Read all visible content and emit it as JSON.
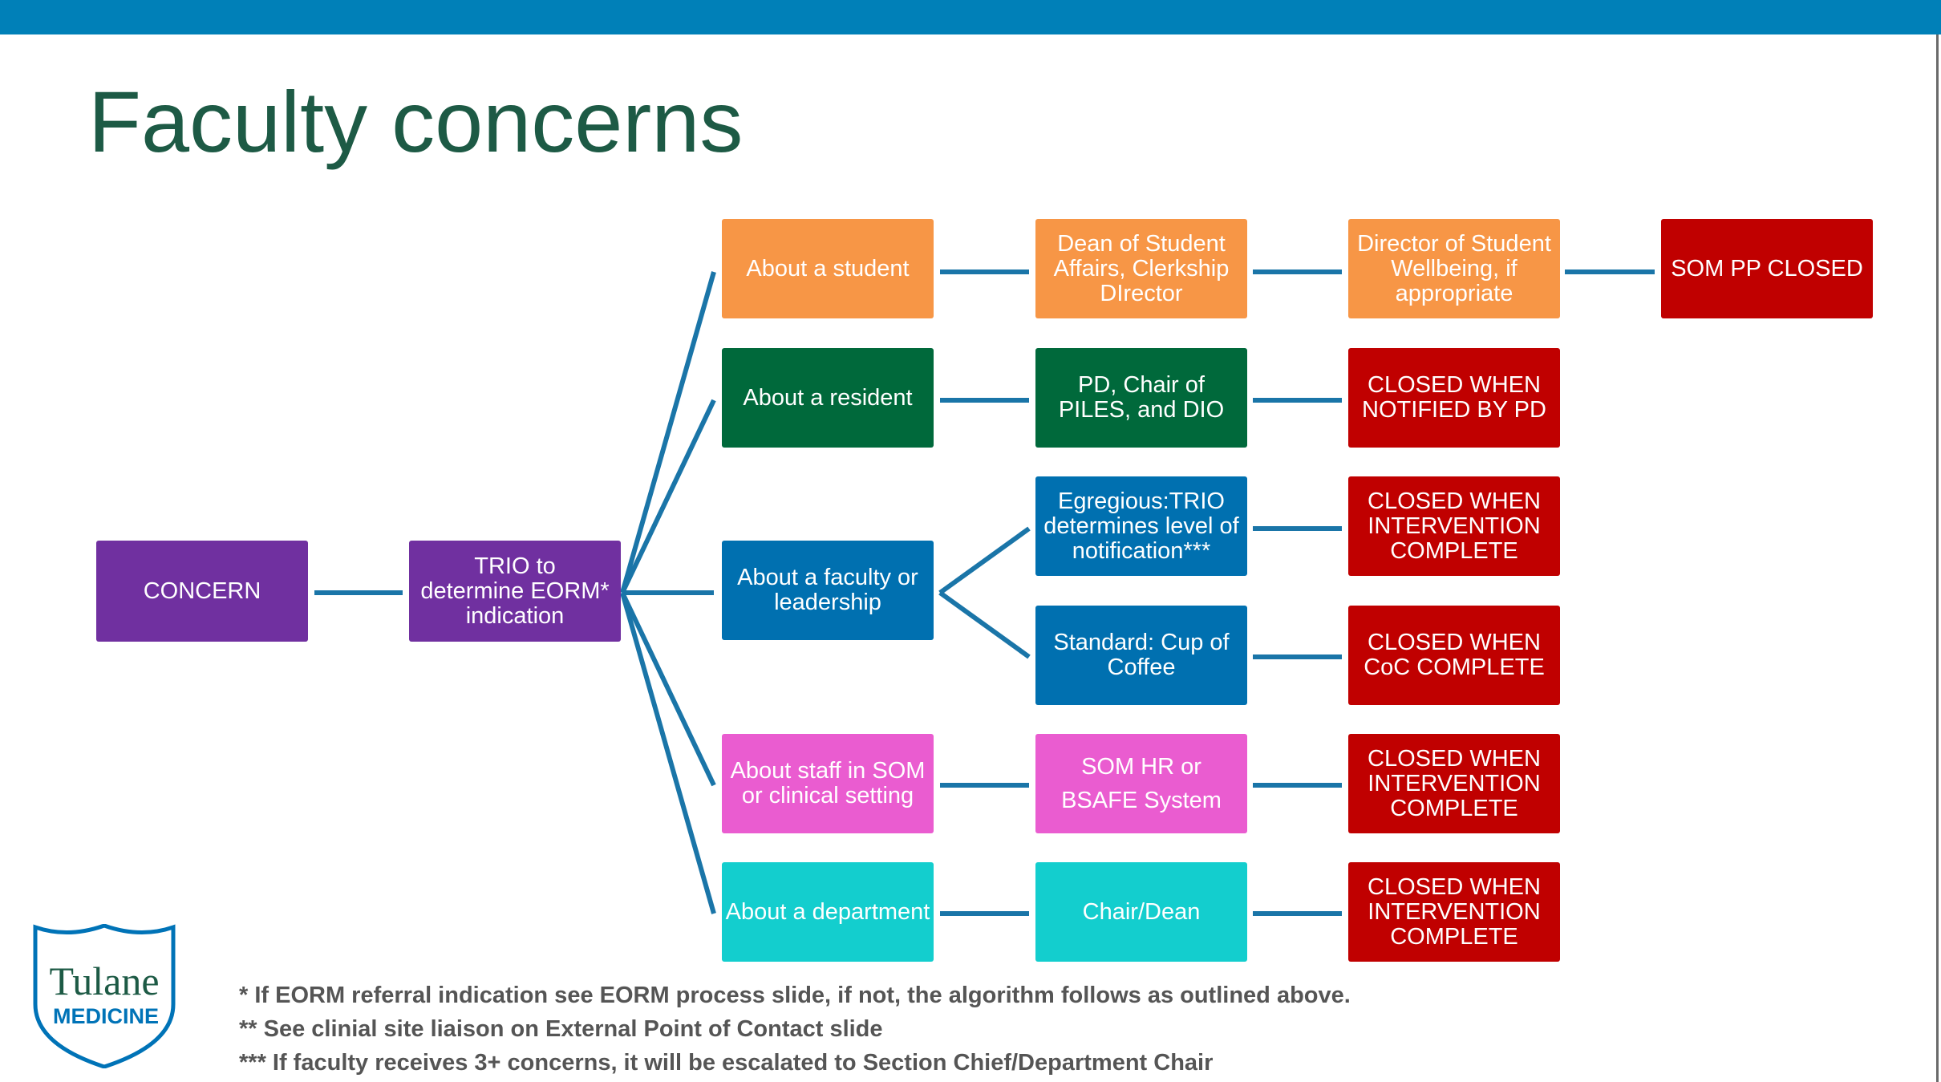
{
  "title": "Faculty concerns",
  "colors": {
    "top_bar": "#0080b8",
    "title": "#1d5a45",
    "connector": "#1a75a8",
    "purple": "#7030a0",
    "orange": "#f79646",
    "green": "#00693b",
    "blue": "#0070b0",
    "pink": "#ea5cd0",
    "cyan": "#13cece",
    "red": "#c00000"
  },
  "nodes": {
    "concern": "CONCERN",
    "trio": "TRIO to\ndetermine EORM*\nindication",
    "about_student": "About a student",
    "dean_student_affairs": "Dean of Student\nAffairs, Clerkship\nDIrector",
    "director_wellbeing": "Director of Student\nWellbeing, if\nappropriate",
    "som_pp_closed": "SOM PP CLOSED",
    "about_resident": "About a resident",
    "pd_chair": "PD, Chair of\nPILES, and DIO",
    "closed_notified_pd": "CLOSED WHEN\nNOTIFIED BY PD",
    "about_faculty": "About a faculty or\nleadership",
    "egregious": "Egregious:TRIO\ndetermines level of\nnotification***",
    "closed_intervention_1": "CLOSED WHEN\nINTERVENTION\nCOMPLETE",
    "standard_coffee": "Standard: Cup of\nCoffee",
    "closed_coc": "CLOSED WHEN\nCoC COMPLETE",
    "about_staff": "About staff in SOM\nor clinical setting",
    "som_hr": "SOM HR or\nBSAFE System",
    "closed_intervention_2": "CLOSED WHEN\nINTERVENTION\nCOMPLETE",
    "about_department": "About a department",
    "chair_dean": "Chair/Dean",
    "closed_intervention_3": "CLOSED WHEN\nINTERVENTION\nCOMPLETE"
  },
  "logo": {
    "name": "Tulane",
    "sub": "MEDICINE",
    "icon": "shield-logo-icon"
  },
  "footnotes": [
    "* If EORM referral indication see EORM process slide, if not, the algorithm follows as outlined above.",
    "** See clinial site liaison on External Point of Contact slide",
    "*** If faculty receives 3+ concerns, it will be escalated to Section Chief/Department Chair"
  ]
}
